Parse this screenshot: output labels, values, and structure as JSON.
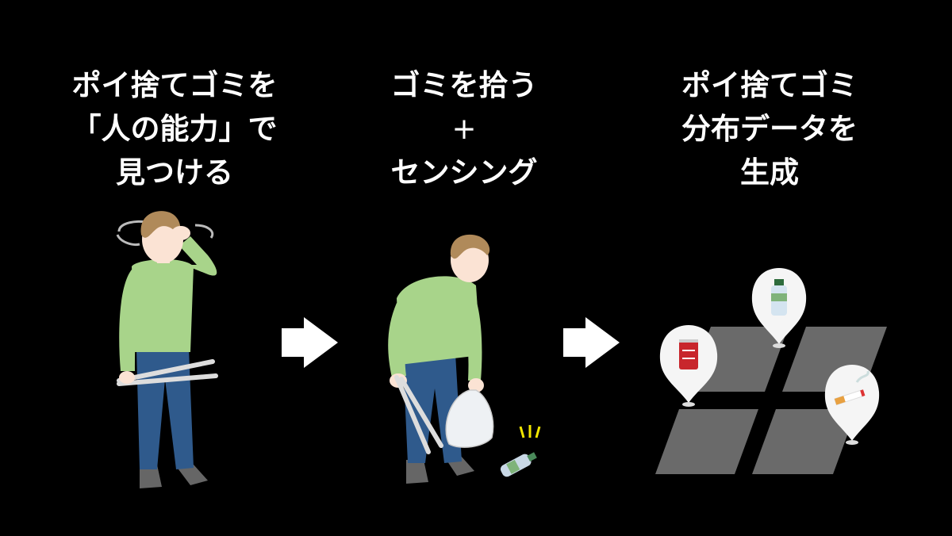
{
  "steps": [
    {
      "lines": [
        "ポイ捨てゴミを",
        "「人の能力」で",
        "見つける"
      ]
    },
    {
      "lines": [
        "ゴミを拾う",
        "+",
        "センシング"
      ]
    },
    {
      "lines": [
        "ポイ捨てゴミ",
        "分布データを",
        "生成"
      ]
    }
  ],
  "colors": {
    "background": "#000000",
    "text": "#ffffff",
    "sweater": "#a8d48a",
    "jeans": "#2f5a8c",
    "hair": "#b08a5a",
    "skin": "#fbe3d4",
    "shoes": "#666666",
    "map_tile": "#6a6a6a"
  },
  "icons": [
    "searching-person-icon",
    "picking-person-icon",
    "arrow-right-icon",
    "trash-map-icon",
    "can-pin-icon",
    "bottle-pin-icon",
    "cigarette-pin-icon"
  ]
}
